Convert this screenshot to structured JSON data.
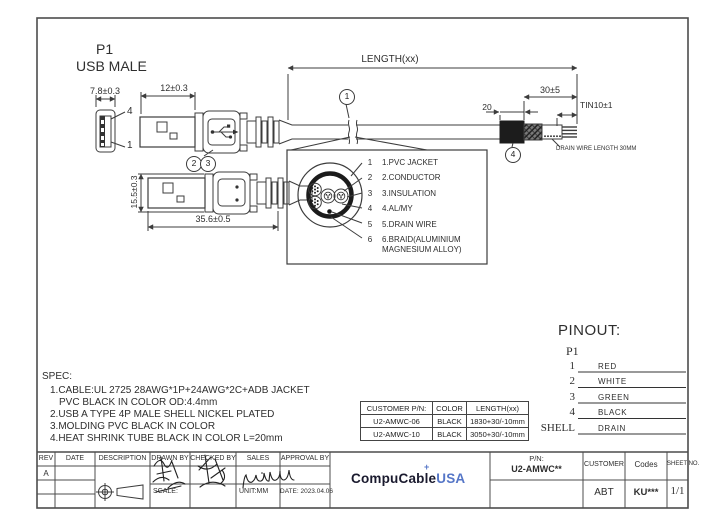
{
  "colors": {
    "line": "#3c3c3c",
    "text": "#2e2e2e",
    "logo_dark": "#1a1a2e",
    "logo_blue": "#5576c7",
    "heatshrink_fill": "#1c1c1c",
    "paper": "#ffffff"
  },
  "header": {
    "p1": "P1",
    "usb_male": "USB MALE"
  },
  "front_view": {
    "dim_width": "7.8±0.3",
    "pin4": "4",
    "pin1": "1"
  },
  "top_view": {
    "dim_shell": "12±0.3",
    "callout2": "2",
    "callout3": "3"
  },
  "bottom_view": {
    "dim_height": "15.5±0.3",
    "dim_length": "35.6±0.5"
  },
  "cable": {
    "dim_total": "LENGTH(xx)",
    "callout1": "1",
    "callout4": "4",
    "dim_heatshrink": "20",
    "dim_strip": "30±5",
    "dim_tin": "TIN10±1",
    "drain_note": "DRAIN WIRE LENGTH 30MM"
  },
  "cross_section": {
    "legend": [
      {
        "n": "1",
        "label": "1.PVC JACKET"
      },
      {
        "n": "2",
        "label": "2.CONDUCTOR"
      },
      {
        "n": "3",
        "label": "3.INSULATION"
      },
      {
        "n": "4",
        "label": "4.AL/MY"
      },
      {
        "n": "5",
        "label": "5.DRAIN WIRE"
      },
      {
        "n": "6",
        "label": "6.BRAID(ALUMINIUM MAGNESIUM ALLOY)"
      }
    ]
  },
  "spec": {
    "title": "SPEC:",
    "lines": [
      "1.CABLE:UL 2725 28AWG*1P+24AWG*2C+ADB JACKET",
      "PVC BLACK IN COLOR  OD:4.4mm",
      "2.USB A TYPE 4P MALE SHELL NICKEL PLATED",
      "3.MOLDING PVC BLACK IN COLOR",
      "4.HEAT SHRINK TUBE BLACK IN COLOR L=20mm"
    ]
  },
  "pn_table": {
    "headers": [
      "CUSTOMER P/N:",
      "COLOR",
      "LENGTH(xx)"
    ],
    "rows": [
      [
        "U2-AMWC-06",
        "BLACK",
        "1830+30/-10mm"
      ],
      [
        "U2-AMWC-10",
        "BLACK",
        "3050+30/-10mm"
      ]
    ]
  },
  "pinout": {
    "title": "PINOUT:",
    "connector": "P1",
    "rows": [
      {
        "pin": "1",
        "wire": "RED"
      },
      {
        "pin": "2",
        "wire": "WHITE"
      },
      {
        "pin": "3",
        "wire": "GREEN"
      },
      {
        "pin": "4",
        "wire": "BLACK"
      },
      {
        "pin": "SHELL",
        "wire": "DRAIN"
      }
    ]
  },
  "title_block": {
    "rev_header": "REV",
    "rev_value": "A",
    "date_header": "DATE",
    "description_header": "DESCRIPTION",
    "drawn_by": "DRAWN BY",
    "checked_by": "CHECKED BY",
    "sales": "SALES",
    "approval_by": "APPROVAL BY",
    "scale_label": "SCALE:",
    "unit_label": "UNIT:MM",
    "date_value": "DATE: 2023.04.06",
    "pn_label": "P/N:",
    "pn_value": "U2-AMWC**",
    "customer_header": "CUSTOMER",
    "customer_value": "ABT",
    "codes_header": "Codes",
    "codes_value": "KU***",
    "sheet_header": "SHEET NO.",
    "sheet_value": "1/1"
  },
  "logo": {
    "part1": "CompuCable",
    "part2": "USA",
    "plus": "+"
  }
}
